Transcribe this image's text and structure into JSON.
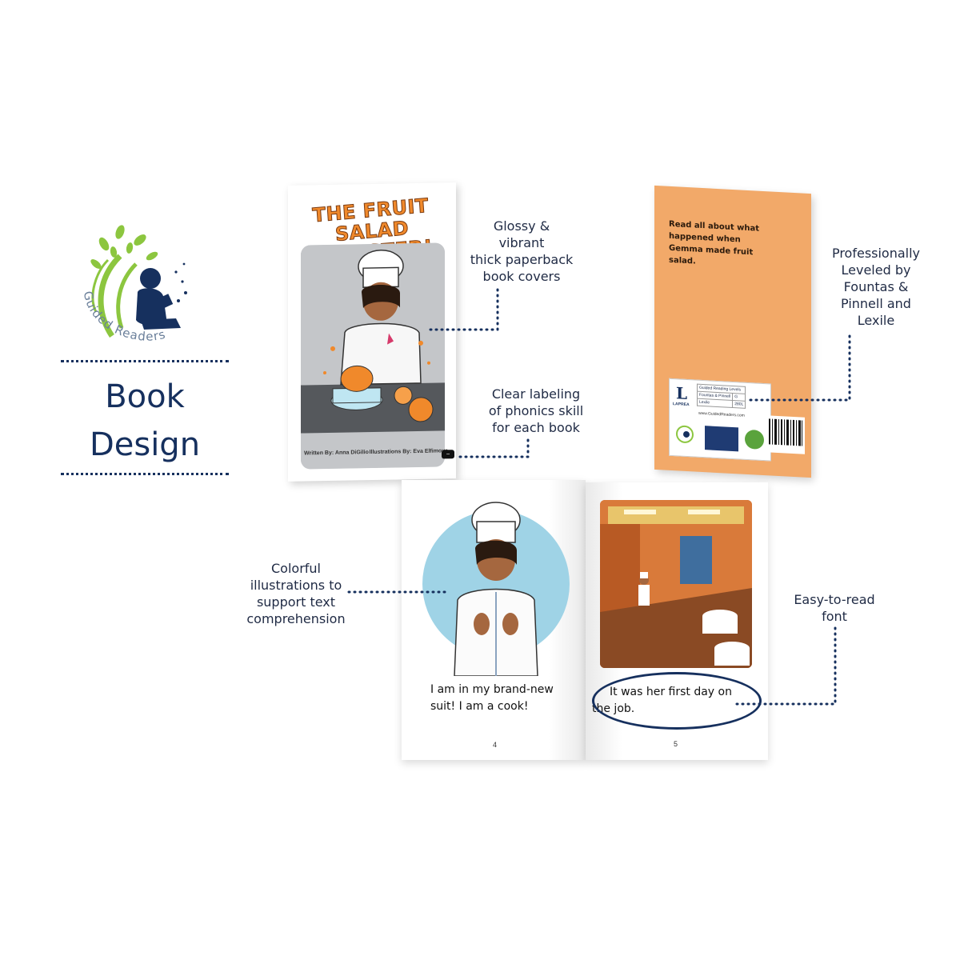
{
  "logo": {
    "brand": "Guided Readers"
  },
  "heading": {
    "line1": "Book",
    "line2": "Design"
  },
  "front_cover": {
    "title_line1": "THE FRUIT",
    "title_line2": "SALAD DISASTER!",
    "written_by": "Written By: Anna DiGilio",
    "illustrations_by": "Illustrations By: Eva Elfimova"
  },
  "back_cover": {
    "blurb": "Read all about what happened when Gemma made fruit salad.",
    "publisher": "LAPREA",
    "levels_title": "Guided Reading Levels",
    "levels": [
      {
        "system": "Fountas & Pinnell",
        "value": "G"
      },
      {
        "system": "Lexile",
        "value": "280L"
      }
    ],
    "url": "www.GuidedReaders.com"
  },
  "spread": {
    "left_text_line1": "I am in my brand-new",
    "left_text_line2": "suit! I am a cook!",
    "left_page_number": "4",
    "right_text_line1": "It was her first day on",
    "right_text_line2": "the job.",
    "right_page_number": "5"
  },
  "callouts": {
    "covers": [
      "Glossy &",
      "vibrant",
      "thick paperback",
      "book covers"
    ],
    "labeling": [
      "Clear labeling",
      "of phonics skill",
      "for each book"
    ],
    "leveled": [
      "Professionally",
      "Leveled by",
      "Fountas &",
      "Pinnell and",
      "Lexile"
    ],
    "illustrations": [
      "Colorful",
      "illustrations to",
      "support text",
      "comprehension"
    ],
    "font": [
      "Easy-to-read",
      "font"
    ]
  },
  "colors": {
    "navy": "#16305e",
    "cover_orange": "#f0892b",
    "back_cover": "#f2a969",
    "logo_green": "#8cc63f",
    "illustration_blue": "#9fd3e6"
  }
}
